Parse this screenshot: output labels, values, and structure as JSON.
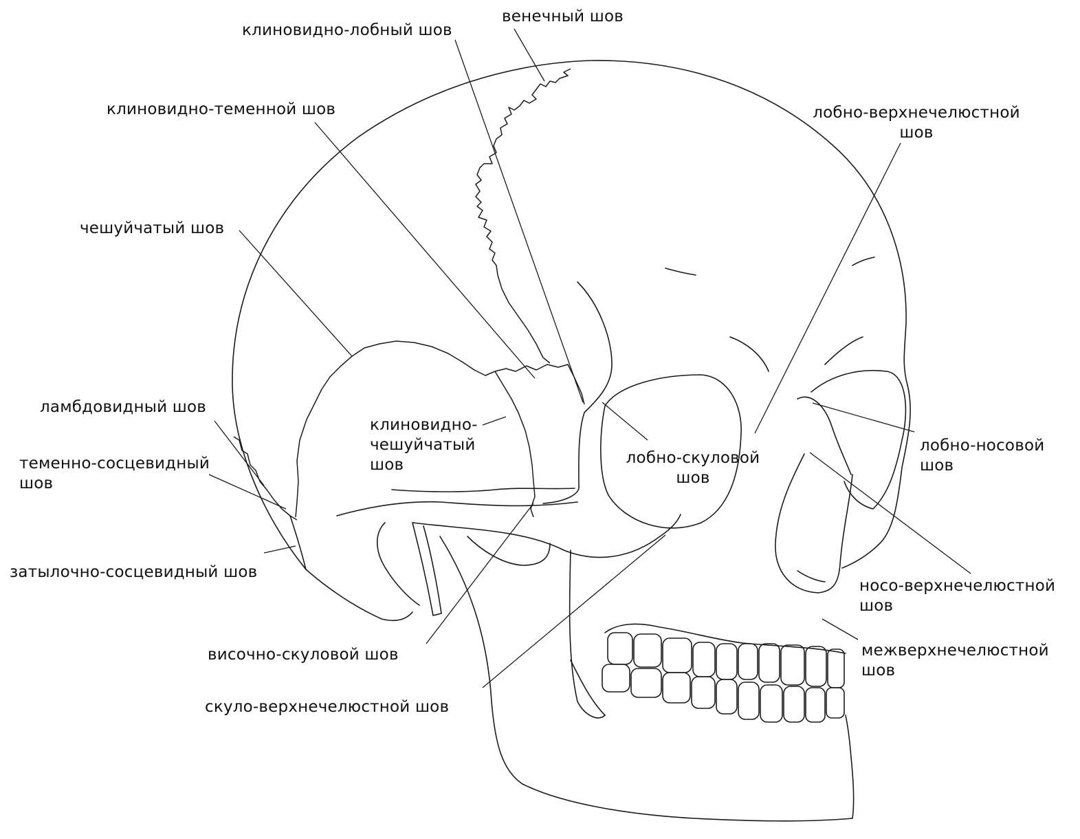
{
  "labels": {
    "venechny": "венечный шов",
    "klinovidno_lobny": "клиновидно-лобный шов",
    "klinovidno_temennoy": "клиновидно-теменной шов",
    "lobno_verkhnechelyustnoy": [
      "лобно-верхнечелюстной",
      "шов"
    ],
    "cheshuychaty": "чешуйчатый шов",
    "lambdovidny": "ламбдовидный шов",
    "temenno_sostsevidny": [
      "теменно-сосцевидный",
      "шов"
    ],
    "zatylochno_sostsevidny": "затылочно-сосцевидный шов",
    "klinovidno_cheshuychaty": [
      "клиновидно-",
      "чешуйчатый",
      "шов"
    ],
    "lobno_skulovoy": [
      "лобно-скуловой",
      "шов"
    ],
    "lobno_nosovoy": [
      "лобно-носовой",
      "шов"
    ],
    "noso_verkhnechelyustnoy": [
      "носо-верхнечелюстной",
      "шов"
    ],
    "mezhverkhnechelyustnoy": [
      "межверхнечелюстной",
      "шов"
    ],
    "visochno_skulovoy": "височно-скуловой шов",
    "skulo_verkhnechelyustnoy": "скуло-верхнечелюстной шов"
  },
  "colors": {
    "line": "#1a1a1a",
    "text": "#111111",
    "background": "#ffffff"
  }
}
